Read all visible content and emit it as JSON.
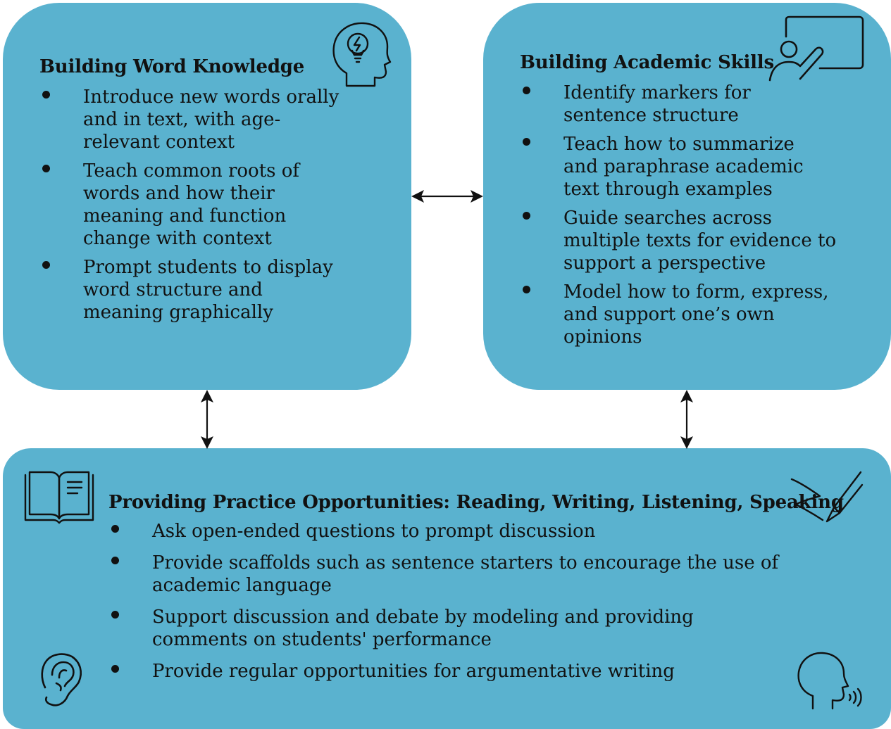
{
  "word_knowledge": {
    "title": "Building Word Knowledge",
    "icon": "lightbulb-head-icon",
    "items": [
      "Introduce new words orally and in text, with age-relevant context",
      "Teach common roots of words and how their meaning and function change with context",
      "Prompt students to display word structure and meaning graphically"
    ]
  },
  "academic_skills": {
    "title": "Building Academic Skills",
    "icon": "teacher-board-icon",
    "items": [
      "Identify markers for sentence structure",
      "Teach how to summarize and paraphrase academic text through examples",
      "Guide searches across multiple texts for evidence to support a perspective",
      "Model how to form, express, and support one’s own opinions"
    ]
  },
  "practice": {
    "title": "Providing Practice Opportunities: Reading, Writing, Listening, Speaking",
    "icons": [
      "open-book-icon",
      "pen-writing-icon",
      "ear-icon",
      "speaking-head-icon"
    ],
    "items": [
      "Ask open-ended questions to prompt discussion",
      "Provide scaffolds such as sentence starters to encourage the use of academic language",
      "Support discussion and debate by modeling and providing comments on students' performance",
      "Provide regular opportunities for argumentative writing"
    ]
  },
  "colors": {
    "box_fill": "#5ab2cf",
    "text": "#111111"
  }
}
